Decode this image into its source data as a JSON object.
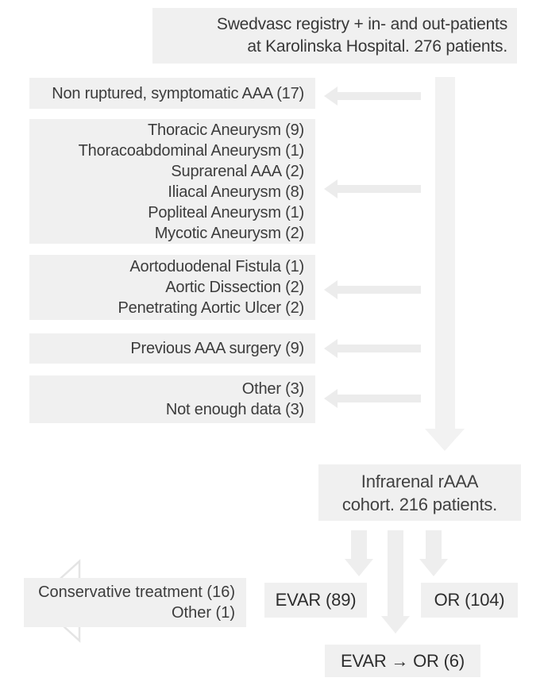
{
  "palette": {
    "box_background": "#f0f0f0",
    "horizontal_arrow": "#ececec",
    "main_vertical_arrow": "#f2f2f2",
    "down_arrow": "#eeeeee",
    "outline_arrow_stroke": "#e4e4e4",
    "text": "#3c3c3c"
  },
  "source_box": {
    "text": "Swedvasc registry + in- and out-patients\nat Karolinska Hospital. 276 patients."
  },
  "exclusions": [
    {
      "text": "Non ruptured, symptomatic AAA (17)"
    },
    {
      "text": "Thoracic Aneurysm (9)\nThoracoabdominal Aneurysm (1)\nSuprarenal AAA (2)\nIliacal Aneurysm (8)\nPopliteal Aneurysm (1)\nMycotic Aneurysm (2)"
    },
    {
      "text": "Aortoduodenal Fistula (1)\nAortic Dissection (2)\nPenetrating Aortic Ulcer (2)"
    },
    {
      "text": "Previous AAA surgery (9)"
    },
    {
      "text": "Other (3)\nNot enough data (3)"
    }
  ],
  "cohort_box": {
    "text": "Infrarenal rAAA\ncohort. 216 patients."
  },
  "treatments": {
    "evar": "EVAR (89)",
    "or": "OR (104)",
    "evar_to_or": "EVAR → OR (6)",
    "conservative": "Conservative treatment (16)\nOther (1)"
  }
}
